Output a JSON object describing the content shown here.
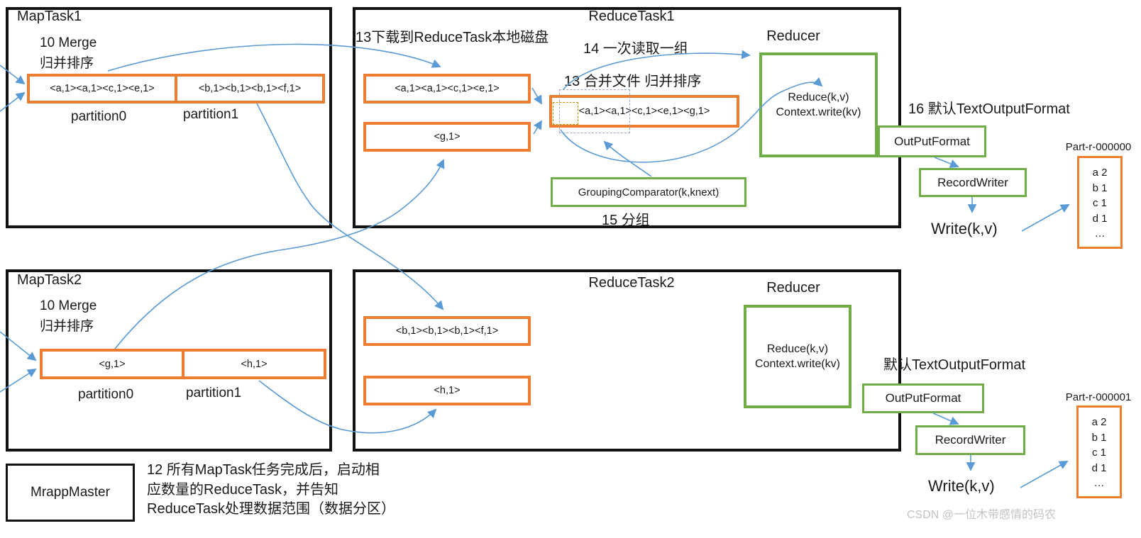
{
  "map_task1": {
    "title": "MapTask1",
    "merge_step": "10 Merge",
    "merge_step_cn": "归并排序",
    "partitions": [
      {
        "label": "partition0",
        "value": "<a,1><a,1><c,1><e,1>"
      },
      {
        "label": "partition1",
        "value": "<b,1><b,1><b,1><f,1>"
      }
    ]
  },
  "map_task2": {
    "title": "MapTask2",
    "merge_step": "10 Merge",
    "merge_step_cn": "归并排序",
    "partitions": [
      {
        "label": "partition0",
        "value": "<g,1>"
      },
      {
        "label": "partition1",
        "value": "<h,1>"
      }
    ]
  },
  "reduce_task1": {
    "title": "ReduceTask1",
    "download_label": "13下载到ReduceTask本地磁盘",
    "read_group_label": "14 一次读取一组",
    "merge_sort_label": "13 合并文件 归并排序",
    "spill_files": [
      "<a,1><a,1><c,1><e,1>",
      "<g,1>"
    ],
    "merged_file": "<a,1><a,1><c,1><e,1><g,1>",
    "reducer": {
      "title": "Reducer",
      "line1": "Reduce(k,v)",
      "line2": "Context.write(kv)"
    },
    "grouping_comparator": "GroupingComparator(k,knext)",
    "grouping_label": "15 分组"
  },
  "reduce_task2": {
    "title": "ReduceTask2",
    "spill_files": [
      "<b,1><b,1><b,1><f,1>",
      "<h,1>"
    ],
    "reducer": {
      "title": "Reducer",
      "line1": "Reduce(k,v)",
      "line2": "Context.write(kv)"
    }
  },
  "output1": {
    "format_label": "16 默认TextOutputFormat",
    "output_format": "OutPutFormat",
    "record_writer": "RecordWriter",
    "write_label": "Write(k,v)",
    "part_file": {
      "name": "Part-r-000000",
      "rows": [
        "a 2",
        "b 1",
        "c 1",
        "d 1",
        "…"
      ]
    }
  },
  "output2": {
    "format_label": "默认TextOutputFormat",
    "output_format": "OutPutFormat",
    "record_writer": "RecordWriter",
    "write_label": "Write(k,v)",
    "part_file": {
      "name": "Part-r-000001",
      "rows": [
        "a 2",
        "b 1",
        "c 1",
        "d 1",
        "…"
      ]
    }
  },
  "app_master": {
    "box_label": "MrappMaster",
    "note_line1": "12 所有MapTask任务完成后，启动相",
    "note_line2": "应数量的ReduceTask，并告知",
    "note_line3": "ReduceTask处理数据范围（数据分区）"
  },
  "watermark": "CSDN @一位木带感情的码农",
  "colors": {
    "orange": "#ED7D31",
    "green": "#70AD47",
    "arrow_blue": "#5B9BD5",
    "box_black": "#121212"
  }
}
